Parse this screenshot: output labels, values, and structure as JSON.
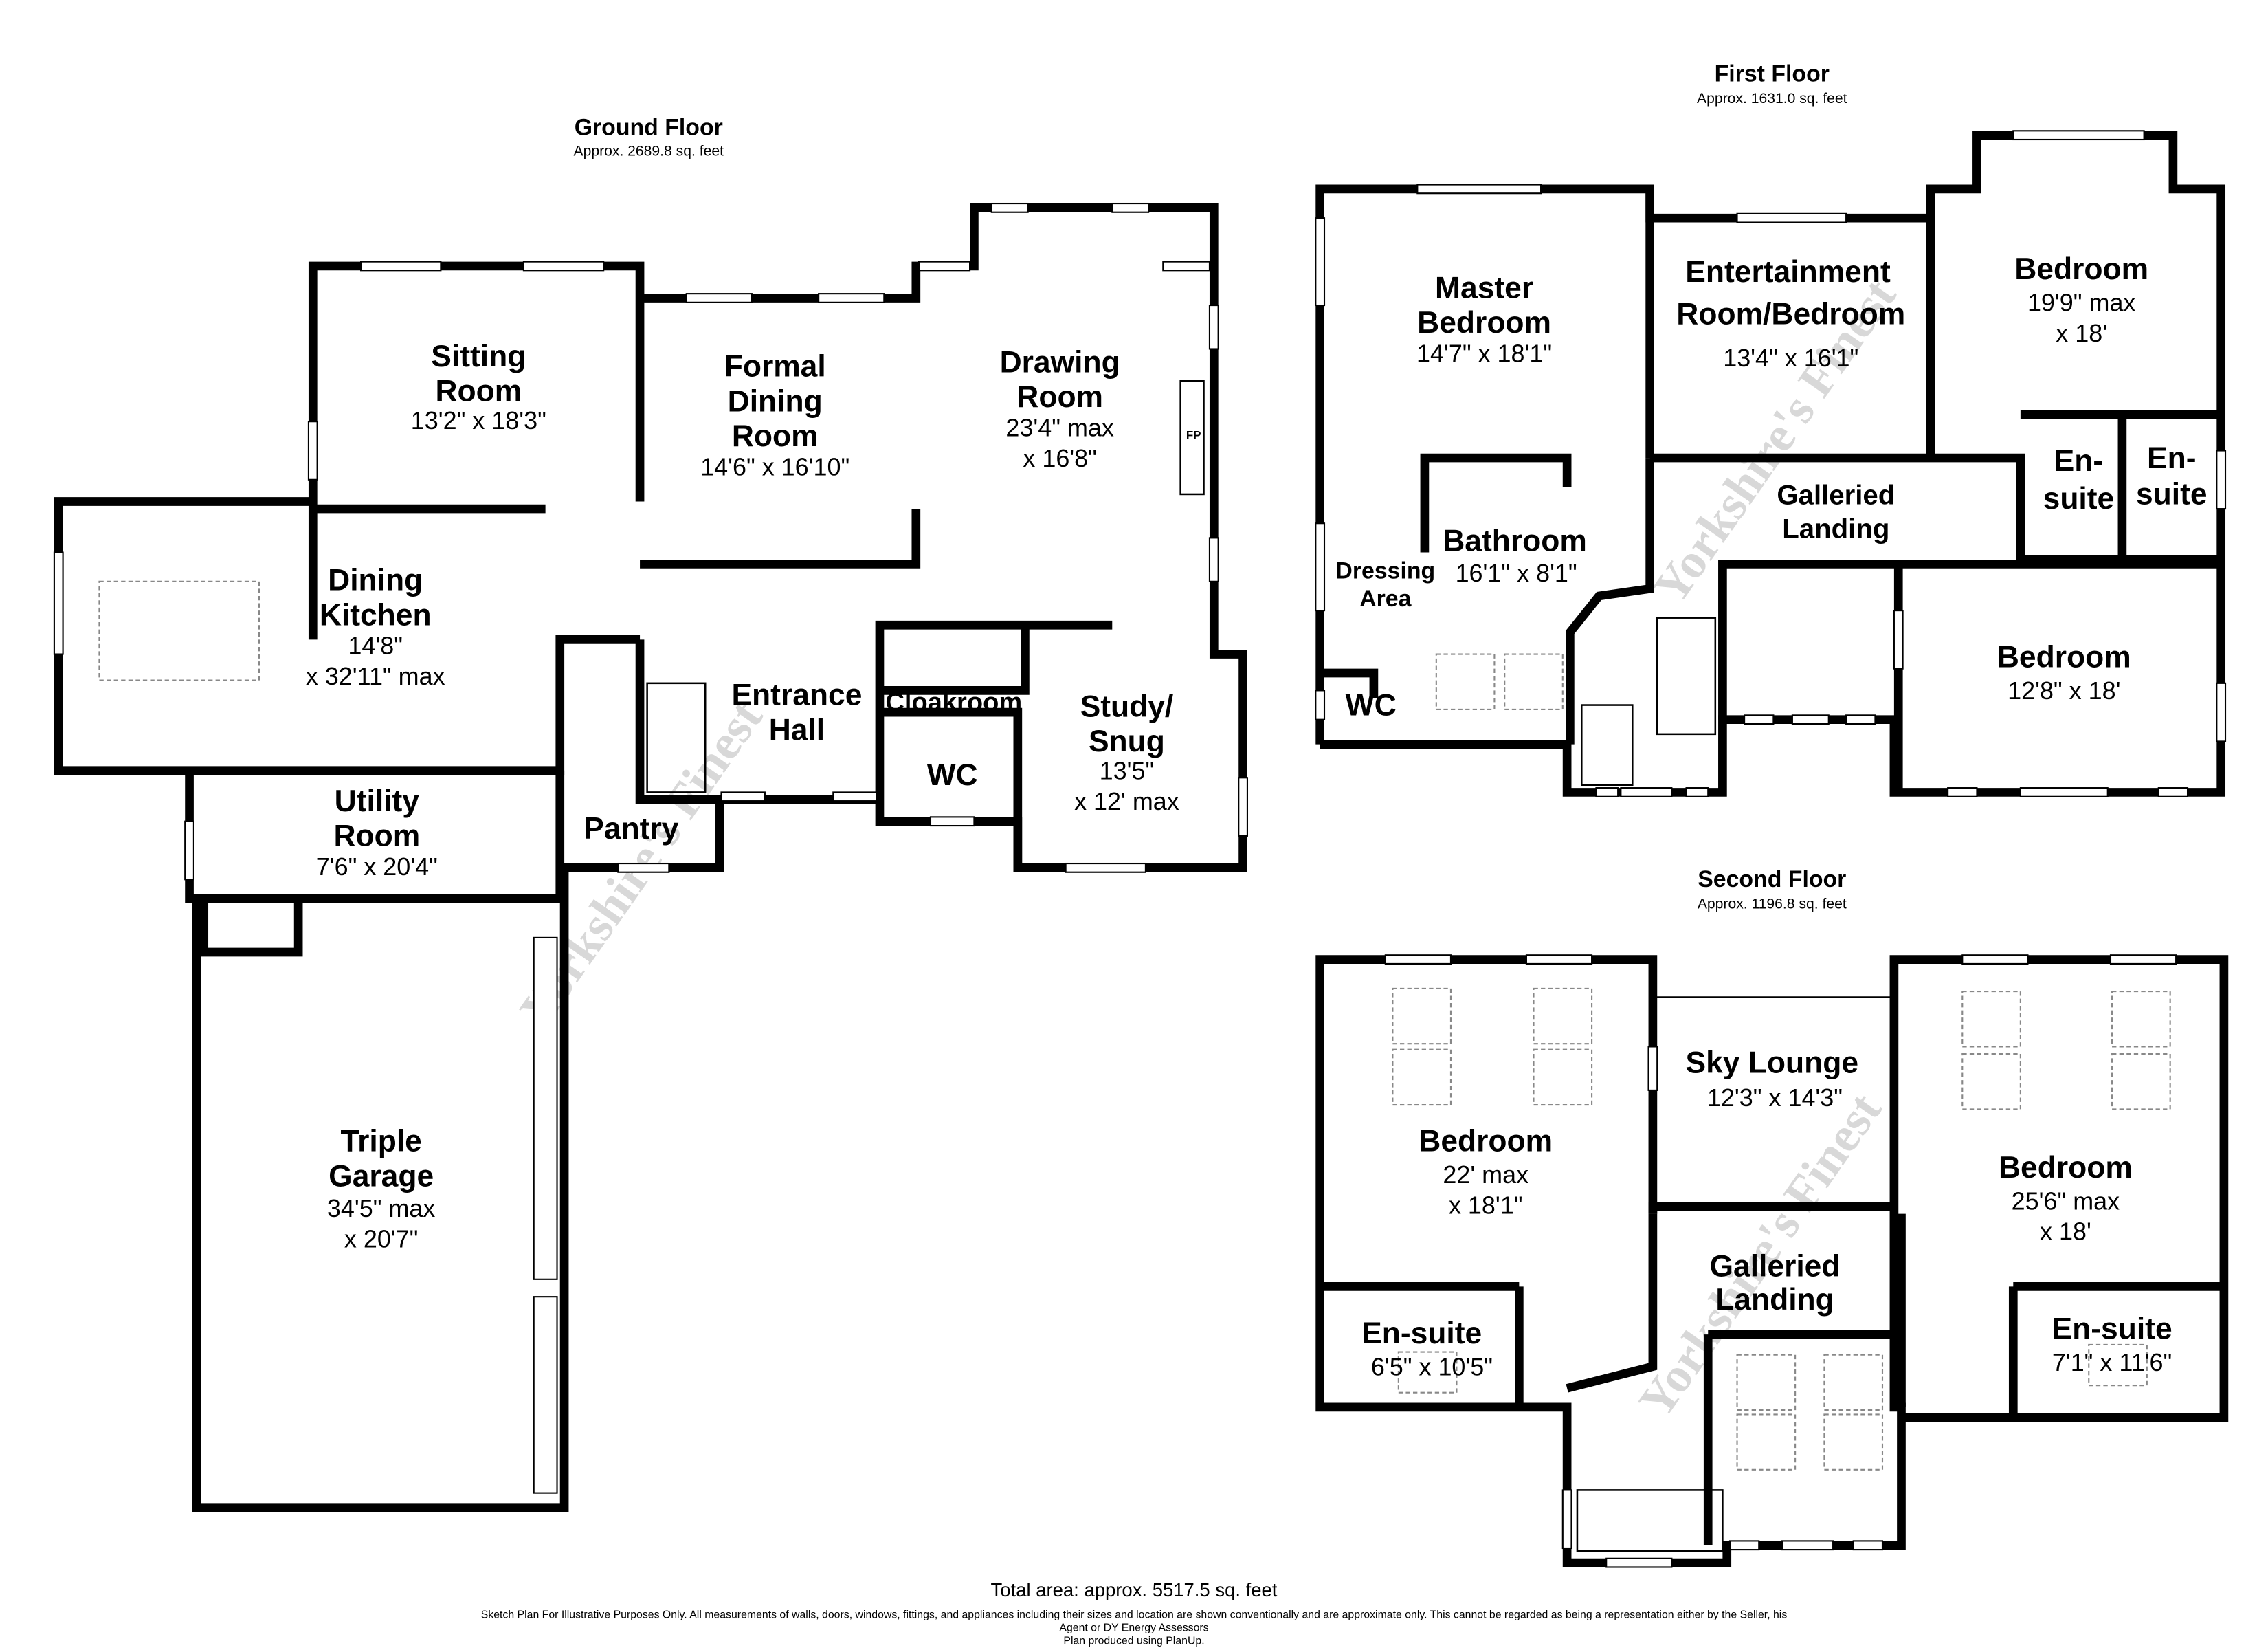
{
  "ground_floor": {
    "title": "Ground Floor",
    "area": "Approx. 2689.8 sq. feet",
    "rooms": [
      {
        "name": [
          "Sitting",
          "Room"
        ],
        "dims": [
          "13'2\" x 18'3\""
        ]
      },
      {
        "name": [
          "Formal",
          "Dining",
          "Room"
        ],
        "dims": [
          "14'6\" x 16'10\""
        ]
      },
      {
        "name": [
          "Drawing",
          "Room"
        ],
        "dims": [
          "23'4\" max",
          "x 16'8\""
        ]
      },
      {
        "name": [
          "Dining",
          "Kitchen"
        ],
        "dims": [
          "14'8\"",
          "x 32'11\" max"
        ]
      },
      {
        "name": [
          "Utility",
          "Room"
        ],
        "dims": [
          "7'6\" x 20'4\""
        ]
      },
      {
        "name": [
          "Triple",
          "Garage"
        ],
        "dims": [
          "34'5\" max",
          "x 20'7\""
        ]
      },
      {
        "name": [
          "Pantry"
        ],
        "dims": []
      },
      {
        "name": [
          "Entrance",
          "Hall"
        ],
        "dims": []
      },
      {
        "name": [
          "Cloakroom"
        ],
        "dims": []
      },
      {
        "name": [
          "WC"
        ],
        "dims": []
      },
      {
        "name": [
          "Study/",
          "Snug"
        ],
        "dims": [
          "13'5\"",
          "x 12' max"
        ]
      }
    ],
    "fireplace_label": "FP"
  },
  "first_floor": {
    "title": "First Floor",
    "area": "Approx. 1631.0 sq. feet",
    "rooms": [
      {
        "name": [
          "Master",
          "Bedroom"
        ],
        "dims": [
          "14'7\" x 18'1\""
        ]
      },
      {
        "name": [
          "Entertainment",
          "Room/Bedroom"
        ],
        "dims": [
          "13'4\" x 16'1\""
        ]
      },
      {
        "name": [
          "Bedroom"
        ],
        "dims": [
          "19'9\" max",
          "x 18'"
        ]
      },
      {
        "name": [
          "En-",
          "suite"
        ],
        "dims": []
      },
      {
        "name": [
          "En-",
          "suite"
        ],
        "dims": []
      },
      {
        "name": [
          "Galleried",
          "Landing"
        ],
        "dims": []
      },
      {
        "name": [
          "Bathroom"
        ],
        "dims": [
          "16'1\" x 8'1\""
        ]
      },
      {
        "name": [
          "Dressing",
          "Area"
        ],
        "dims": []
      },
      {
        "name": [
          "WC"
        ],
        "dims": []
      },
      {
        "name": [
          "Bedroom"
        ],
        "dims": [
          "12'8\" x 18'"
        ]
      }
    ]
  },
  "second_floor": {
    "title": "Second Floor",
    "area": "Approx. 1196.8 sq. feet",
    "rooms": [
      {
        "name": [
          "Bedroom"
        ],
        "dims": [
          "22' max",
          "x 18'1\""
        ]
      },
      {
        "name": [
          "Sky Lounge"
        ],
        "dims": [
          "12'3\" x 14'3\""
        ]
      },
      {
        "name": [
          "Bedroom"
        ],
        "dims": [
          "25'6\" max",
          "x 18'"
        ]
      },
      {
        "name": [
          "Galleried",
          "Landing"
        ],
        "dims": []
      },
      {
        "name": [
          "En-suite"
        ],
        "dims": [
          "6'5\" x 10'5\""
        ]
      },
      {
        "name": [
          "En-suite"
        ],
        "dims": [
          "7'1\" x 11'6\""
        ]
      }
    ]
  },
  "footer": {
    "total_area": "Total area: approx. 5517.5 sq. feet",
    "disclaimer_1": "Sketch Plan For Illustrative Purposes Only. All measurements of walls, doors, windows, fittings, and appliances including their sizes and location are shown conventionally and are approximate only. This cannot be regarded as being a representation either by the Seller, his",
    "disclaimer_2": "Agent or DY Energy Assessors",
    "disclaimer_3": "Plan produced using PlanUp."
  },
  "watermark": "Yorkshire's Finest"
}
